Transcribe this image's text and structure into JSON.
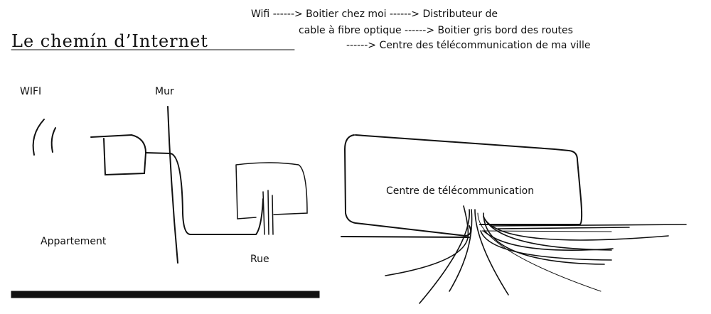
{
  "title": "Le chemín d’Internet",
  "legend": {
    "line1": "Wifi ------> Boitier chez moi ------> Distributeur de",
    "line2": "cable à fibre optique ------> Boitier gris bord des routes",
    "line3": "------> Centre des télécommunication de ma ville"
  },
  "labels": {
    "wifi": "WIFI",
    "mur": "Mur",
    "appartement": "Appartement",
    "rue": "Rue",
    "centre": "Centre de télécommunication"
  }
}
